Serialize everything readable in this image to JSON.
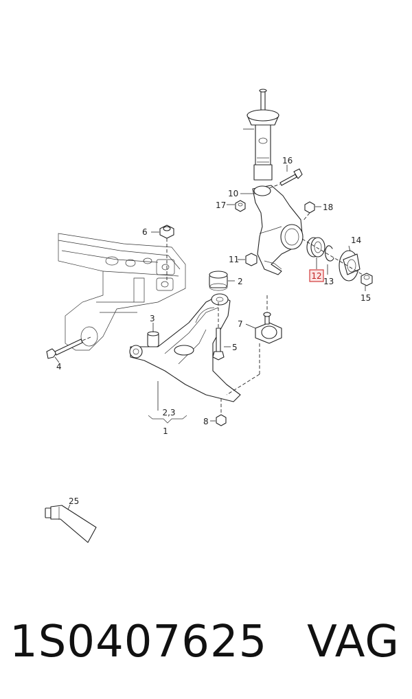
{
  "callouts": {
    "c1": "1",
    "c2": "2",
    "c23": "2,3",
    "c3": "3",
    "c4": "4",
    "c5": "5",
    "c6": "6",
    "c7": "7",
    "c8": "8",
    "c10": "10",
    "c11": "11",
    "c12": "12",
    "c13": "13",
    "c14": "14",
    "c15": "15",
    "c16": "16",
    "c17": "17",
    "c18": "18",
    "c25": "25"
  },
  "highlight": {
    "callout": "12",
    "color": "#d23a3a"
  },
  "footer": {
    "part_number": "1S0407625",
    "brand": "VAG"
  }
}
